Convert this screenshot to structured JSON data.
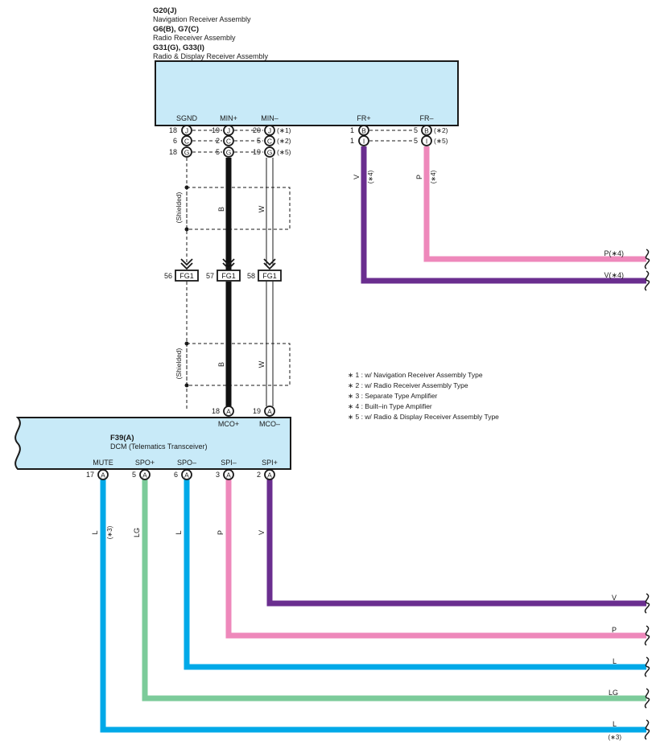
{
  "header": {
    "line1": "G20(J)",
    "line2": "Navigation Receiver Assembly",
    "line3": "G6(B), G7(C)",
    "line4": "Radio Receiver Assembly",
    "line5": "G31(G), G33(I)",
    "line6": "Radio & Display Receiver Assembly"
  },
  "top_terminals": {
    "sgnd": "SGND",
    "min_plus": "MIN+",
    "min_minus": "MIN–",
    "fr_plus": "FR+",
    "fr_minus": "FR–"
  },
  "top_pins": {
    "r1": {
      "a": "18",
      "aL": "J",
      "b": "19",
      "bL": "J",
      "c": "20",
      "cL": "J",
      "cN": "(∗1)"
    },
    "r2": {
      "a": "6",
      "aL": "C",
      "b": "2",
      "bL": "C",
      "c": "5",
      "cL": "C",
      "cN": "(∗2)"
    },
    "r3": {
      "a": "18",
      "aL": "G",
      "b": "5",
      "bL": "G",
      "c": "19",
      "cL": "G",
      "cN": "(∗5)"
    },
    "fr1": {
      "a": "1",
      "aL": "B",
      "b": "5",
      "bL": "B",
      "bN": "(∗2)"
    },
    "fr2": {
      "a": "1",
      "aL": "I",
      "b": "5",
      "bL": "I",
      "bN": "(∗5)"
    }
  },
  "wires_top": {
    "shielded": "(Shielded)",
    "b": "B",
    "w": "W",
    "v": "V",
    "p": "P",
    "note4": "(∗4)",
    "p_right": "P(∗4)",
    "v_right": "V(∗4)"
  },
  "junction": {
    "fg1": "FG1",
    "n56": "56",
    "n57": "57",
    "n58": "58"
  },
  "footnotes": [
    "∗ 1 : w/ Navigation Receiver Assembly Type",
    "∗ 2 : w/ Radio Receiver Assembly Type",
    "∗ 3 : Separate Type Amplifier",
    "∗ 4 : Built–in Type Amplifier",
    "∗ 5 : w/ Radio & Display Receiver Assembly Type"
  ],
  "dcm": {
    "code": "F39(A)",
    "name": "DCM (Telematics Transceiver)",
    "mco_plus": "MCO+",
    "mco_minus": "MCO–",
    "p18": "18",
    "p19": "19",
    "pinA": "A",
    "mute": "MUTE",
    "spo_plus": "SPO+",
    "spo_minus": "SPO–",
    "spi_minus": "SPI–",
    "spi_plus": "SPI+",
    "n17": "17",
    "n5": "5",
    "n6": "6",
    "n3": "3",
    "n2": "2"
  },
  "bottom_wires": {
    "l": "L",
    "lg": "LG",
    "p": "P",
    "v": "V",
    "note3": "(∗3)"
  },
  "colors": {
    "box": "#c8eaf8",
    "violet": "#6a2e8f",
    "pink": "#ee88bb",
    "blue": "#00a9e8",
    "green": "#7ccb9a",
    "black": "#111111"
  }
}
